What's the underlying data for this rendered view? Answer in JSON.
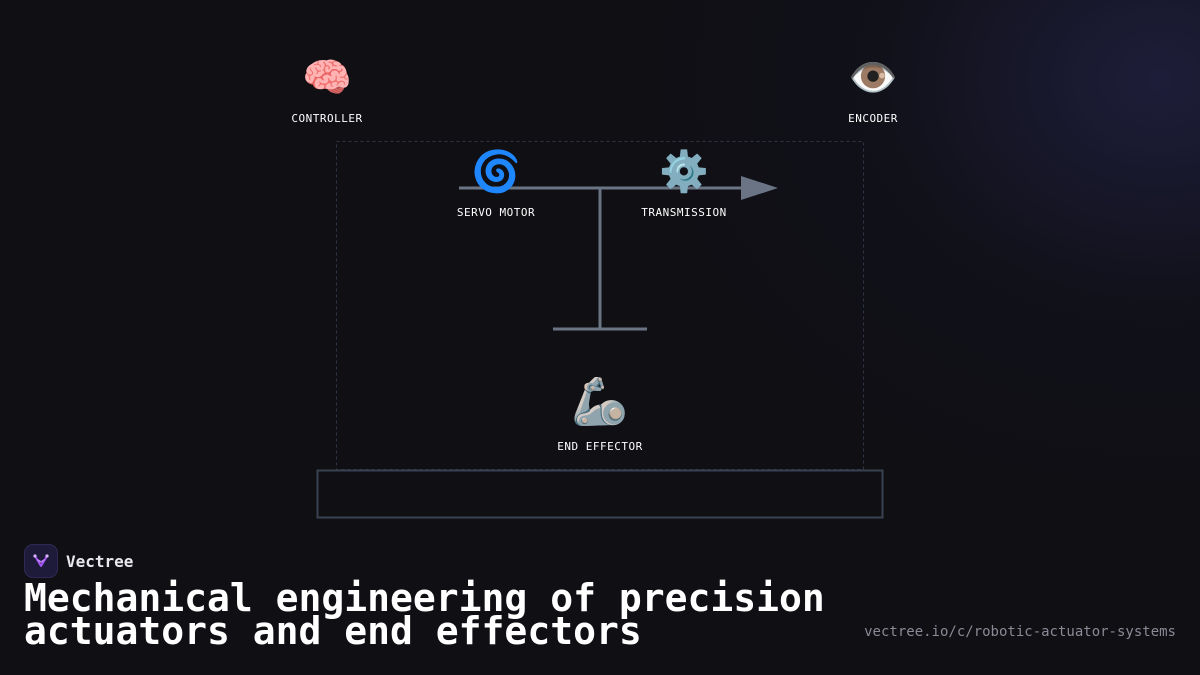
{
  "diagram": {
    "nodes": {
      "controller": {
        "icon": "🧠",
        "label": "CONTROLLER"
      },
      "encoder": {
        "icon": "👁️",
        "label": "ENCODER"
      },
      "servo_motor": {
        "icon": "🌀",
        "label": "SERVO MOTOR"
      },
      "transmission": {
        "icon": "⚙️",
        "label": "TRANSMISSION"
      },
      "end_effector": {
        "icon": "🦾",
        "label": "END EFFECTOR"
      }
    },
    "colors": {
      "connector": "#6b7484",
      "dashed_border": "#2e3444",
      "base_plate": "#3a4252"
    }
  },
  "brand": {
    "name": "Vectree",
    "logo_icon": "vectree-logo-icon",
    "logo_color": "#a855f7"
  },
  "headline": "Mechanical engineering of precision actuators and end effectors",
  "url": "vectree.io/c/robotic-actuator-systems"
}
